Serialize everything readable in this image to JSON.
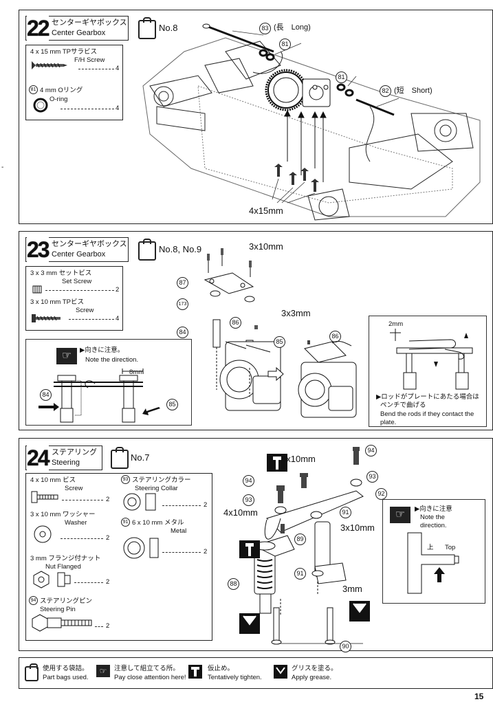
{
  "side_mark": "-",
  "step22": {
    "number": "22",
    "title_jp": "センターギヤボックス",
    "title_en": "Center Gearbox",
    "bag": "No.8",
    "parts": [
      {
        "size": "4 x 15 mm TPサラビス",
        "name": "F/H Screw",
        "qty": "4"
      },
      {
        "ref": "81",
        "size": "4 mm Oリング",
        "name": "O-ring",
        "qty": "4"
      }
    ],
    "callouts": {
      "long_ref": "83",
      "long_label": "(長　Long)",
      "oring_ref_top": "81",
      "oring_ref_right": "81",
      "short_ref": "82",
      "short_label": "(短　Short)",
      "screw_label": "4x15mm"
    }
  },
  "step23": {
    "number": "23",
    "title_jp": "センターギヤボックス",
    "title_en": "Center Gearbox",
    "bag": "No.8, No.9",
    "parts": [
      {
        "size": "3 x 3 mm セットビス",
        "name": "Set Screw",
        "qty": "2"
      },
      {
        "size": "3 x 10 mm TPビス",
        "name": "Screw",
        "qty": "4"
      }
    ],
    "callouts": {
      "screw_top": "3x10mm",
      "ref_87": "87",
      "ref_173": "173",
      "ref_84": "84",
      "ref_86": "86",
      "ref_85": "85",
      "set_screw": "3x3mm",
      "ref_86b": "86"
    },
    "note_jp": "▶向きに注意。",
    "note_en": "Note the direction.",
    "note_dim": "8mm",
    "note_ref_84": "84",
    "note_ref_85": "85",
    "right_dim": "2mm",
    "right_jp1": "▶ロッドがプレートにあたる場合は",
    "right_jp2": "ペンチで曲げる",
    "right_en1": "Bend the rods if they contact the",
    "right_en2": "plate."
  },
  "step24": {
    "number": "24",
    "title_jp": "ステアリング",
    "title_en": "Steering",
    "bag": "No.7",
    "parts_left": [
      {
        "size": "4 x 10 mm ビス",
        "name": "Screw",
        "qty": "2"
      },
      {
        "size": "3 x 10 mm ワッシャー",
        "name": "Washer",
        "qty": "2"
      },
      {
        "size": "3 mm フランジ付ナット",
        "name": "Nut Flanged",
        "qty": "2"
      },
      {
        "ref": "94",
        "size": "ステアリングピン",
        "name": "Steering Pin",
        "qty": "2"
      }
    ],
    "parts_right": [
      {
        "ref": "93",
        "size": "ステアリングカラー",
        "name": "Steering Collar",
        "qty": "2"
      },
      {
        "ref": "91",
        "size": "6 x 10 mm メタル",
        "name": "Metal",
        "qty": "2"
      }
    ],
    "callouts": {
      "ref_94_top": "94",
      "ref_94": "94",
      "ref_93_top": "93",
      "ref_93": "93",
      "ref_92": "92",
      "ref_91": "91",
      "ref_91b": "91",
      "ref_89": "89",
      "ref_88": "88",
      "ref_90": "90",
      "screw_4x10_top": "4x10mm",
      "screw_4x10_left": "4x10mm",
      "washer": "3x10mm",
      "nut": "3mm"
    },
    "note_jp": "▶向きに注意",
    "note_en1": "Note the",
    "note_en2": "direction.",
    "top_jp": "上",
    "top_en": "Top"
  },
  "legend": [
    {
      "icon": "bag-icon",
      "jp": "使用する袋詰。",
      "en": "Part bags used."
    },
    {
      "icon": "hand-icon",
      "jp": "注意して組立てる所。",
      "en": "Pay close attention here!"
    },
    {
      "icon": "tighten-icon",
      "jp": "仮止め。",
      "en": "Tentatively tighten."
    },
    {
      "icon": "grease-icon",
      "jp": "グリスを塗る。",
      "en": "Apply grease."
    }
  ],
  "page_number": "15"
}
